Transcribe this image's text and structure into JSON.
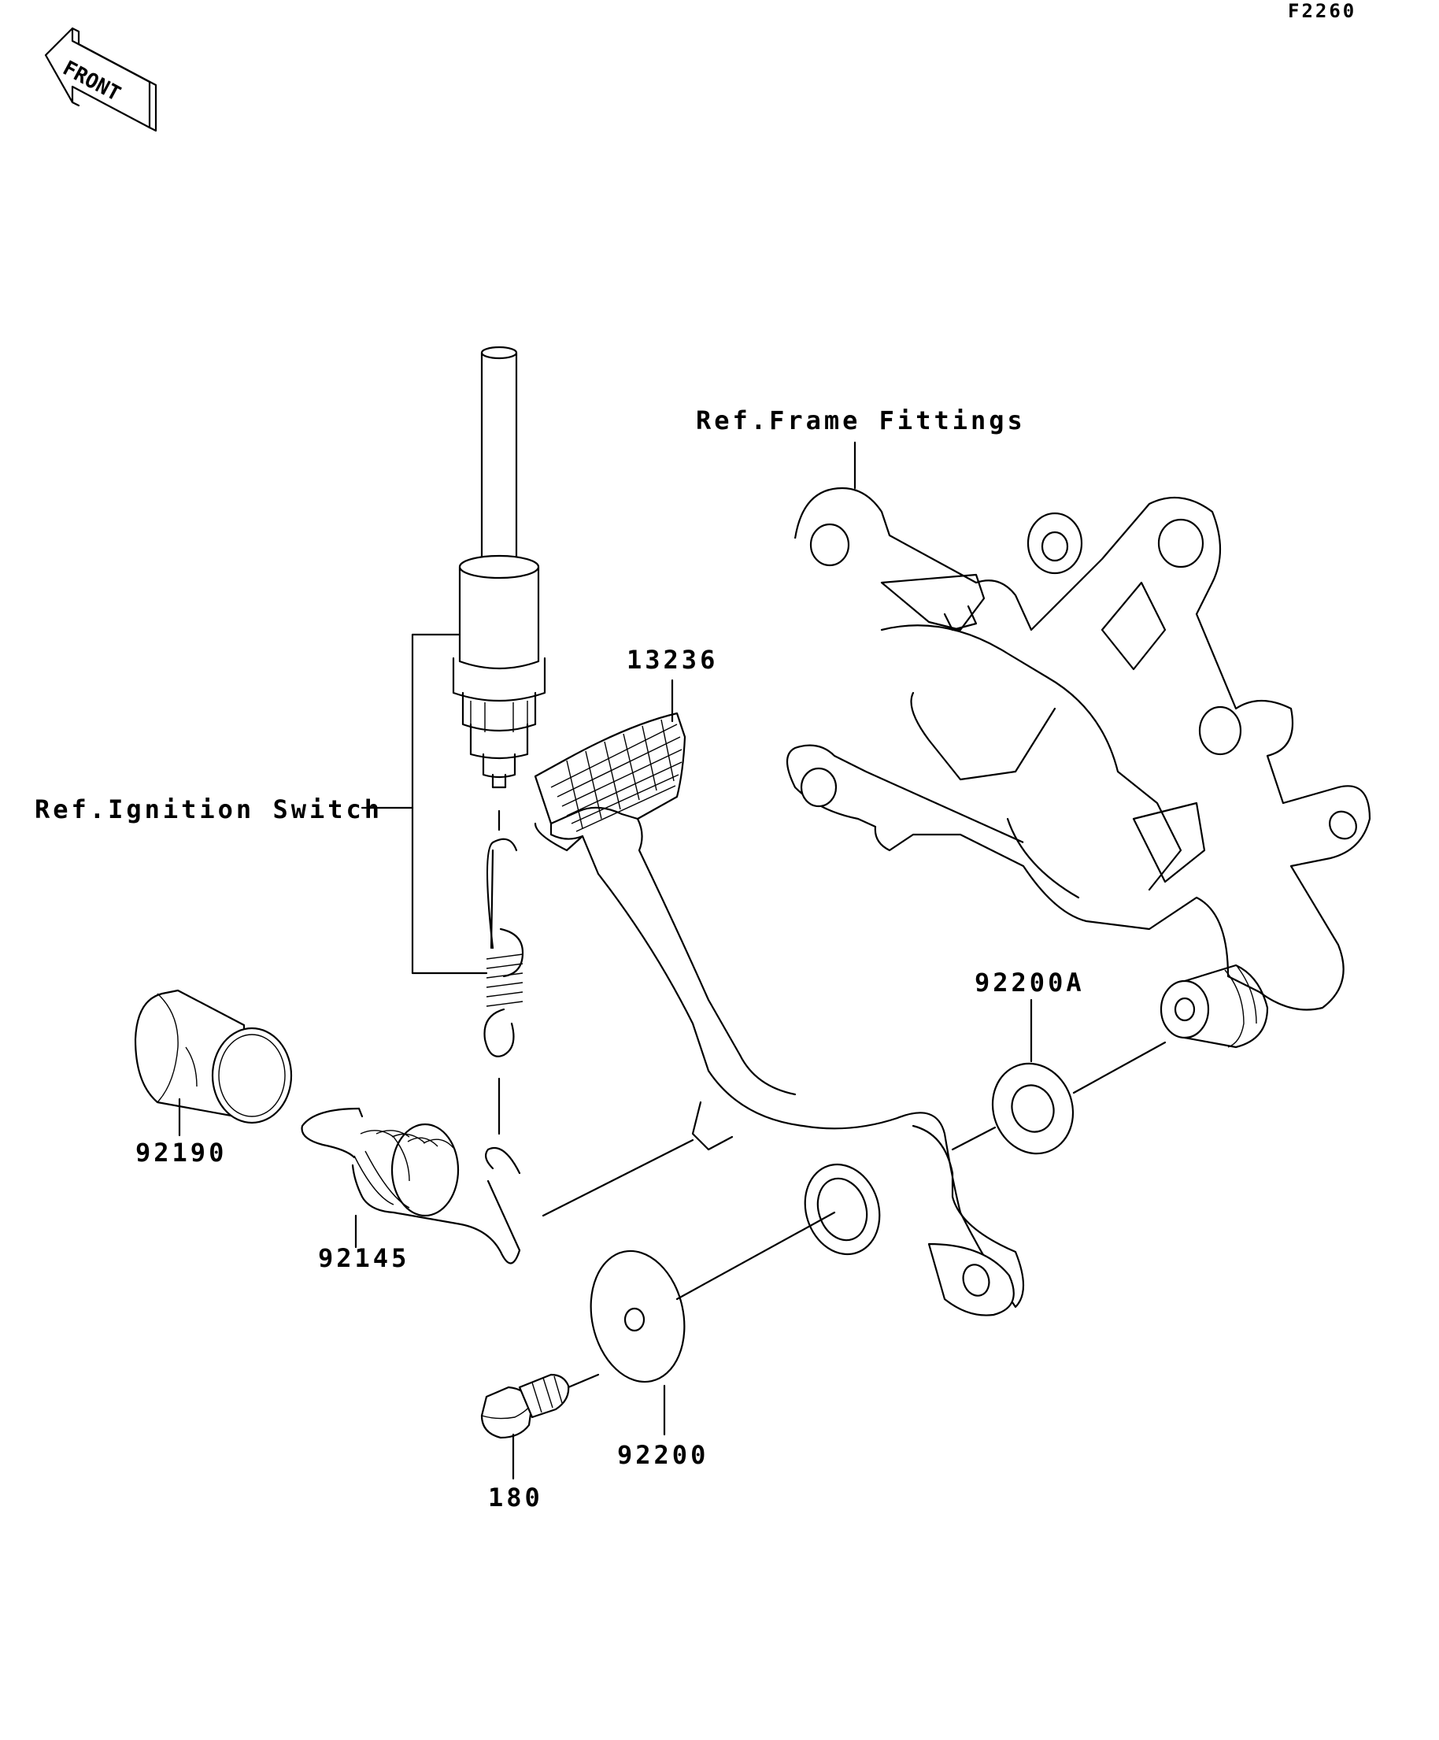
{
  "diagram_code": "F2260",
  "front_indicator": "FRONT",
  "labels": {
    "ref_frame": "Ref.Frame Fittings",
    "ref_ignition": "Ref.Ignition Switch",
    "pedal": "13236",
    "collar": "92190",
    "spring": "92145",
    "washer_a": "92200A",
    "washer": "92200",
    "bolt": "180"
  }
}
